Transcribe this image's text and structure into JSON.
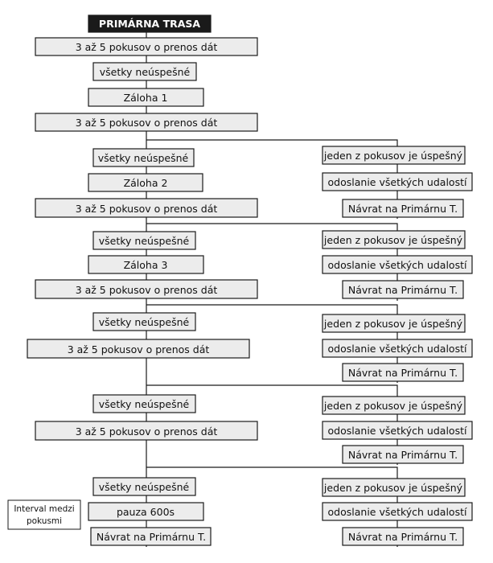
{
  "title": "PRIMÁRNA TRASA",
  "labels": {
    "attempts": "3 až 5 pokusov o prenos dát",
    "all_failed": "všetky neúspešné",
    "backup_1": "Záloha 1",
    "backup_2": "Záloha 2",
    "backup_3": "Záloha 3",
    "success": "jeden z pokusov je úspešný",
    "send_events": "odoslanie všetkých udalostí",
    "return_primary": "Návrat na Primárnu T.",
    "pause": "pauza 600s"
  },
  "note": {
    "line1": "Interval medzi",
    "line2": "pokusmi"
  }
}
